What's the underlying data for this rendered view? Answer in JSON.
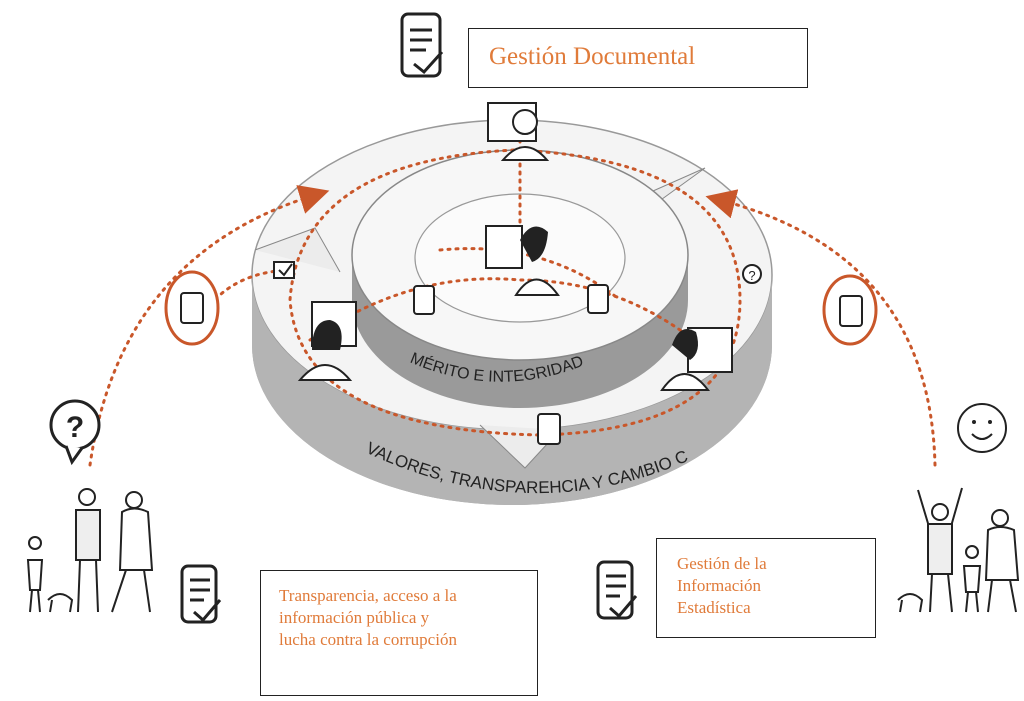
{
  "boxes": {
    "title": "Gestión Documental",
    "transparencia": [
      "Transparencia, acceso a la",
      "información pública y",
      "lucha contra la corrupción"
    ],
    "estadistica": [
      "Gestión de la",
      "Información",
      "Estadística"
    ]
  },
  "rings": {
    "inner_label": "MÉRITO  E  INTEGRIDAD",
    "outer_label": "VALORES, TRANSPAREHCIA Y CAMBIO CULTURAL"
  },
  "icons": {
    "question": "?",
    "question_small": "?"
  },
  "colors": {
    "accent": "#e07b3a",
    "dotted_path": "#c9572a",
    "ring_side": "#a9a9a9",
    "ring_top": "#f3f3f3",
    "line": "#222222"
  }
}
